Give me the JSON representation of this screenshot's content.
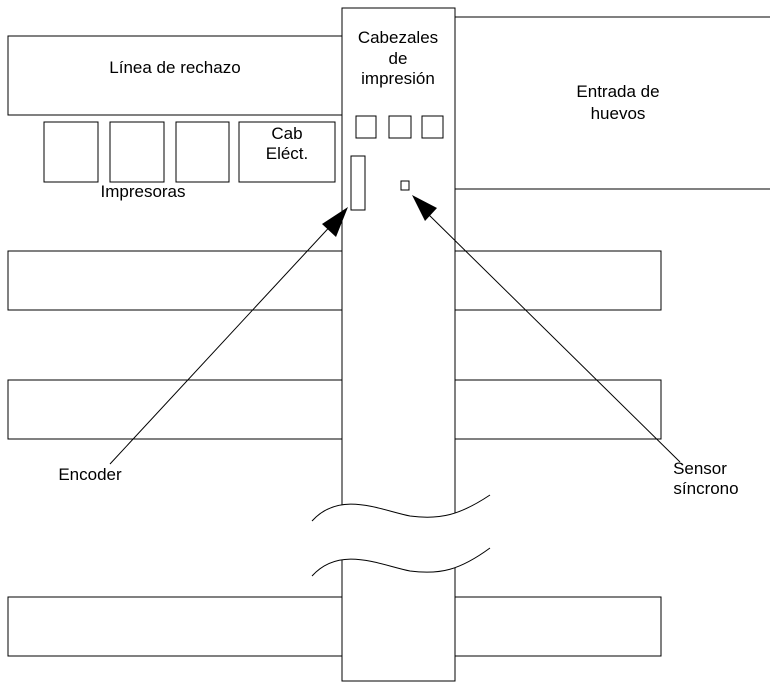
{
  "labels": {
    "reject_line": "Línea de rechazo",
    "print_heads_1": "Cabezales",
    "print_heads_2": "de",
    "print_heads_3": "impresión",
    "egg_inlet_1": "Entrada de",
    "egg_inlet_2": "huevos",
    "cab_1": "Cab",
    "cab_2": "Eléct.",
    "printers": "Impresoras",
    "encoder": "Encoder",
    "sensor_1": "Sensor",
    "sensor_2": "síncrono"
  },
  "colors": {
    "stroke": "#000000",
    "background": "#ffffff"
  }
}
